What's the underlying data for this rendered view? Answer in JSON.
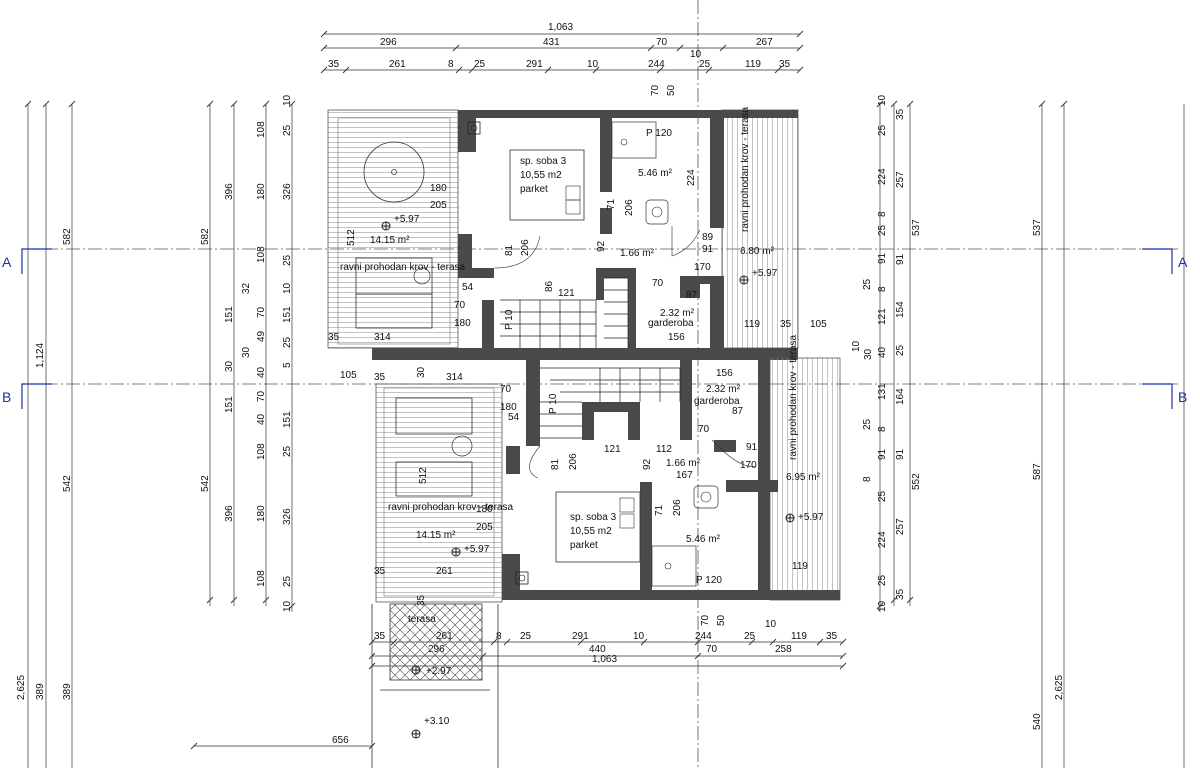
{
  "axes": {
    "a": "A",
    "b": "B"
  },
  "top_dims": {
    "total": "1,063",
    "row2": [
      "296",
      "431",
      "70",
      "10",
      "267"
    ],
    "row3": [
      "35",
      "261",
      "8",
      "25",
      "291",
      "10",
      "244",
      "25",
      "119",
      "35"
    ]
  },
  "bottom_dims": {
    "row1": [
      "35",
      "261",
      "8",
      "25",
      "291",
      "10",
      "244",
      "25",
      "10",
      "119",
      "35"
    ],
    "row2": [
      "296",
      "440",
      "70",
      "258"
    ],
    "total": "1,063",
    "extra": "656"
  },
  "left_dims": {
    "col1": [
      "2,625"
    ],
    "col2": [
      "389"
    ],
    "col3": [
      "582",
      "1,124",
      "542",
      "389"
    ],
    "col4": [
      "582",
      "542"
    ],
    "col5": [
      "396",
      "151",
      "30",
      "151",
      "396"
    ],
    "col6": [
      "108",
      "180",
      "108",
      "32",
      "70",
      "49",
      "30",
      "40",
      "70",
      "40",
      "108",
      "180",
      "108"
    ],
    "col7": [
      "25",
      "326",
      "25",
      "10",
      "151",
      "25",
      "5",
      "151",
      "25",
      "326",
      "25",
      "10"
    ],
    "col8": [
      "10"
    ]
  },
  "right_dims": {
    "col1": [
      "10",
      "30",
      "10"
    ],
    "col2": [
      "25",
      "224",
      "8",
      "25",
      "91",
      "25",
      "8",
      "121",
      "40",
      "131",
      "25",
      "8",
      "91",
      "8",
      "25",
      "224",
      "25",
      "10"
    ],
    "col3": [
      "35",
      "257",
      "91",
      "154",
      "25",
      "164",
      "91",
      "257",
      "35"
    ],
    "col4": [
      "537",
      "552"
    ],
    "col5": [
      "537",
      "587",
      "540"
    ],
    "col6": [
      "2,625"
    ]
  },
  "upper_unit": {
    "bedroom": {
      "name": "sp. soba 3",
      "area": "10,55 m2",
      "floor": "parket"
    },
    "bath": {
      "area": "5.46 m²",
      "door": "P 120"
    },
    "hall": {
      "area": "1.66 m²"
    },
    "wardrobe": {
      "name": "garderoba",
      "area": "2.32 m²"
    },
    "terrace_left": {
      "name": "ravni prohodan krov - terasa",
      "area": "14.15 m²",
      "level": "+5.97"
    },
    "terrace_right": {
      "name": "ravni prohodan krov - terasa",
      "area": "6.80 m²",
      "level": "+5.97"
    },
    "stair": "P 10",
    "inner_dims": [
      "180",
      "205",
      "512",
      "54",
      "70",
      "180",
      "314",
      "35",
      "81",
      "206",
      "86",
      "121",
      "92",
      "71",
      "206",
      "224",
      "70",
      "50",
      "89",
      "91",
      "170",
      "70",
      "87",
      "156",
      "119",
      "35",
      "105"
    ]
  },
  "lower_unit": {
    "bedroom": {
      "name": "sp. soba 3",
      "area": "10,55 m2",
      "floor": "parket"
    },
    "bath": {
      "area": "5.46 m²",
      "door": "P 120"
    },
    "hall": {
      "area": "1.66 m²"
    },
    "wardrobe": {
      "name": "garderoba",
      "area": "2.32 m²"
    },
    "terrace_left": {
      "name": "ravni prohodan krov - terasa",
      "area": "14.15 m²",
      "level": "+5.97"
    },
    "terrace_right": {
      "name": "ravni prohodan krov - terasa",
      "area": "6.95 m²",
      "level": "+5.97"
    },
    "stair": "P 10",
    "inner_dims": [
      "105",
      "35",
      "314",
      "30",
      "70",
      "180",
      "54",
      "512",
      "180",
      "205",
      "35",
      "261",
      "35",
      "81",
      "206",
      "121",
      "112",
      "92",
      "167",
      "71",
      "206",
      "70",
      "50",
      "156",
      "87",
      "70",
      "91",
      "170",
      "119"
    ]
  },
  "entry": {
    "terrace": "terasa",
    "level1": "+2.97",
    "level2": "+3.10"
  }
}
